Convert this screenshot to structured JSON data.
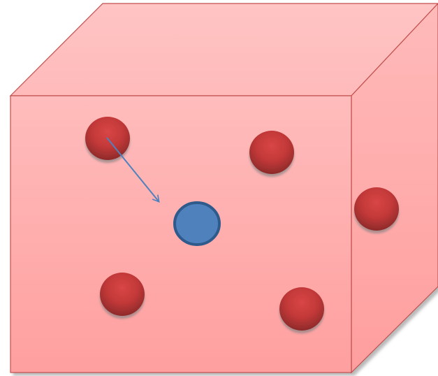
{
  "colors": {
    "box_front_top": "#ffbcbc",
    "box_front_bottom": "#ff9f9f",
    "box_top": "#ffc0c0",
    "box_side": "#ffa9a9",
    "box_edge": "#c0504d",
    "red_particle": "#c0393a",
    "red_particle_dark": "#8e2a2a",
    "blue_particle": "#4f81bd",
    "blue_particle_edge": "#2f5a8c",
    "arrow": "#4f81bd",
    "shadow": "#7f7f7f"
  },
  "particles": [
    {
      "name": "red-particle-top-left",
      "type": "red"
    },
    {
      "name": "red-particle-top-right",
      "type": "red"
    },
    {
      "name": "red-particle-right-face",
      "type": "red"
    },
    {
      "name": "red-particle-bottom-left",
      "type": "red"
    },
    {
      "name": "red-particle-bottom-right",
      "type": "red"
    },
    {
      "name": "blue-particle-center",
      "type": "blue"
    }
  ],
  "arrow": {
    "from": "red-particle-top-left",
    "toward": "blue-particle-center"
  }
}
